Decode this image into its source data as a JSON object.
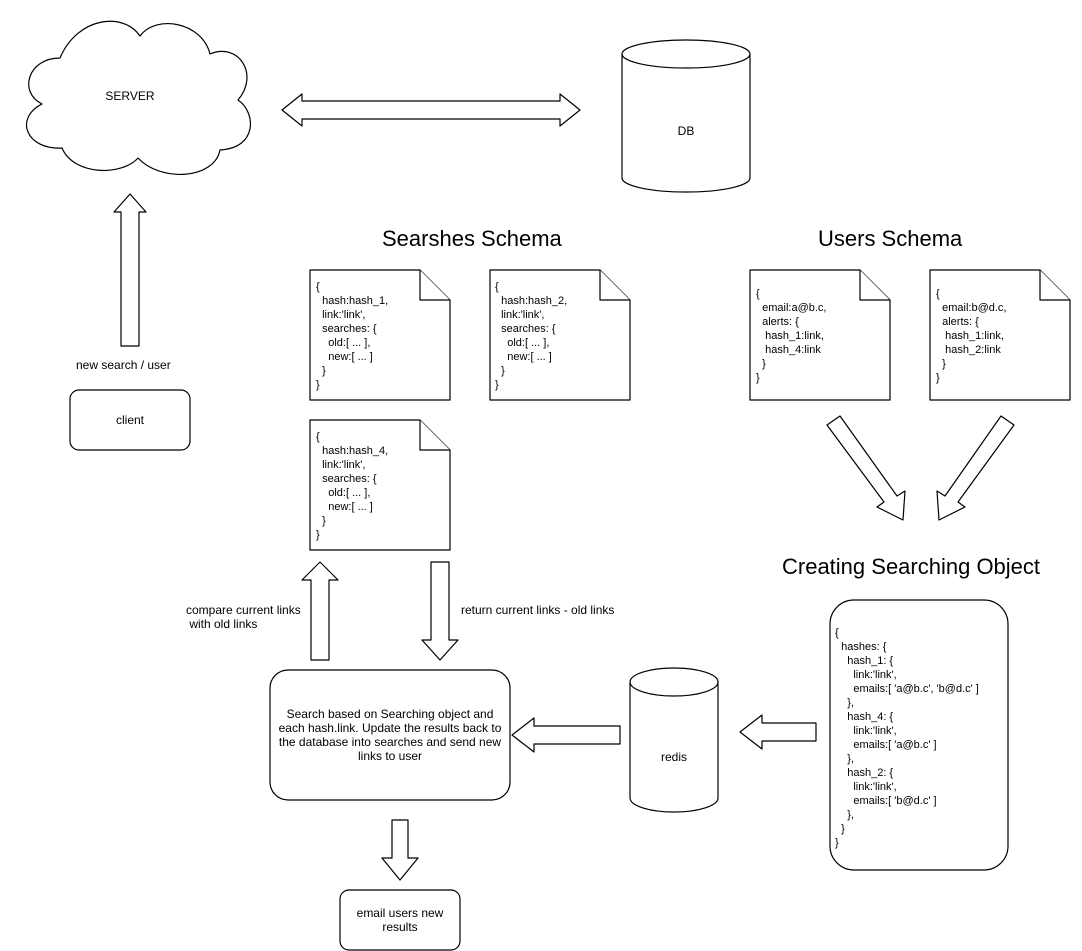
{
  "nodes": {
    "server": "SERVER",
    "db": "DB",
    "client": "client",
    "redis": "redis",
    "search_process": "Search based on Searching object and each hash.link. Update the results back to the database into searches and send new links to user",
    "email_users": "email users new results"
  },
  "edges": {
    "new_search_user": "new search / user",
    "compare_links": "compare current links\n with old links",
    "return_links": "return current links - old links"
  },
  "headings": {
    "searches_schema": "Searshes Schema",
    "users_schema": "Users Schema",
    "creating_object": "Creating Searching Object"
  },
  "documents": {
    "search_hash_1": "{\n  hash:hash_1,\n  link:'link',\n  searches: {\n    old:[ ... ],\n    new:[ ... ]\n  }\n}",
    "search_hash_2": "{\n  hash:hash_2,\n  link:'link',\n  searches: {\n    old:[ ... ],\n    new:[ ... ]\n  }\n}",
    "search_hash_4": "{\n  hash:hash_4,\n  link:'link',\n  searches: {\n    old:[ ... ],\n    new:[ ... ]\n  }\n}",
    "user_a": "{\n  email:a@b.c,\n  alerts: {\n   hash_1:link,\n   hash_4:link\n  }\n}",
    "user_b": "{\n  email:b@d.c,\n  alerts: {\n   hash_1:link,\n   hash_2:link\n  }\n}",
    "searching_object": "{\n  hashes: {\n    hash_1: {\n      link:'link',\n      emails:[ 'a@b.c', 'b@d.c' ]\n    },\n    hash_4: {\n      link:'link',\n      emails:[ 'a@b.c' ]\n    },\n    hash_2: {\n      link:'link',\n      emails:[ 'b@d.c' ]\n    },\n  }\n}"
  }
}
